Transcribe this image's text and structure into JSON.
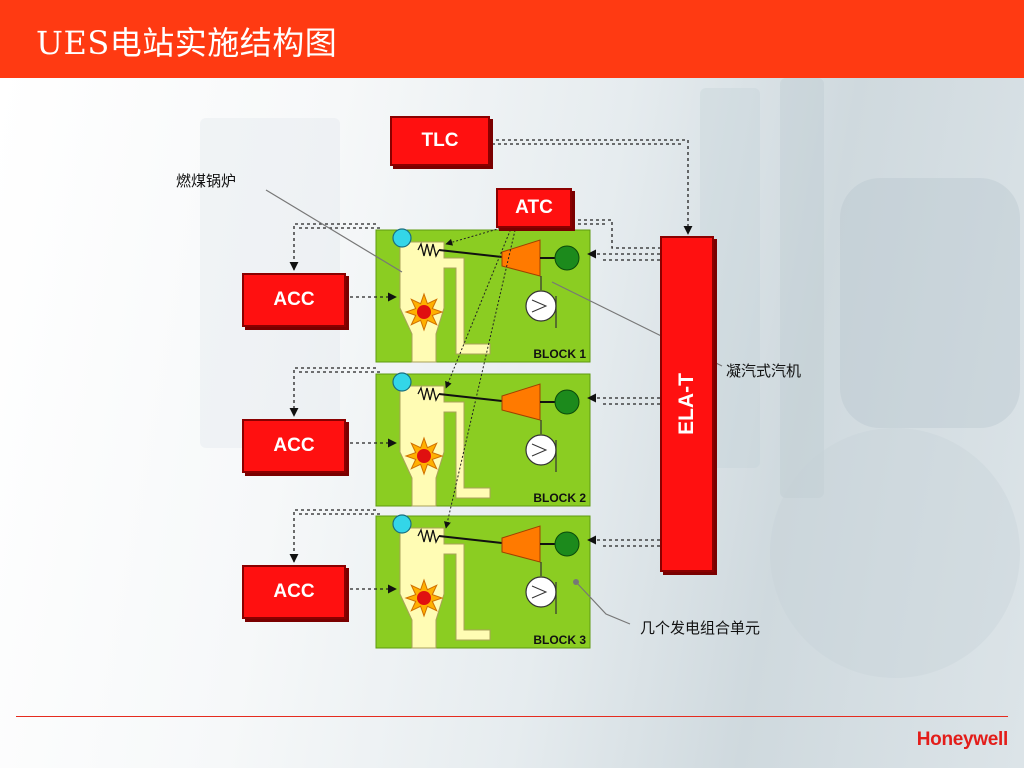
{
  "title": "UES电站实施结构图",
  "boxes": {
    "tlc": "TLC",
    "atc": "ATC",
    "ela": "ELA-T",
    "acc": "ACC"
  },
  "blocks": [
    {
      "label": "BLOCK 1"
    },
    {
      "label": "BLOCK 2"
    },
    {
      "label": "BLOCK 3"
    }
  ],
  "callouts": {
    "boiler": "燃煤锅炉",
    "turbine": "凝汽式汽机",
    "units": "几个发电组合单元"
  },
  "brand": "Honeywell",
  "colors": {
    "title_bg": "#ff3a12",
    "box_red": "#ff1010",
    "block_green": "#8bcd22",
    "turbine_orange": "#ff7a00",
    "generator_green": "#1c8a1c",
    "sensor_cyan": "#33d6e8"
  }
}
